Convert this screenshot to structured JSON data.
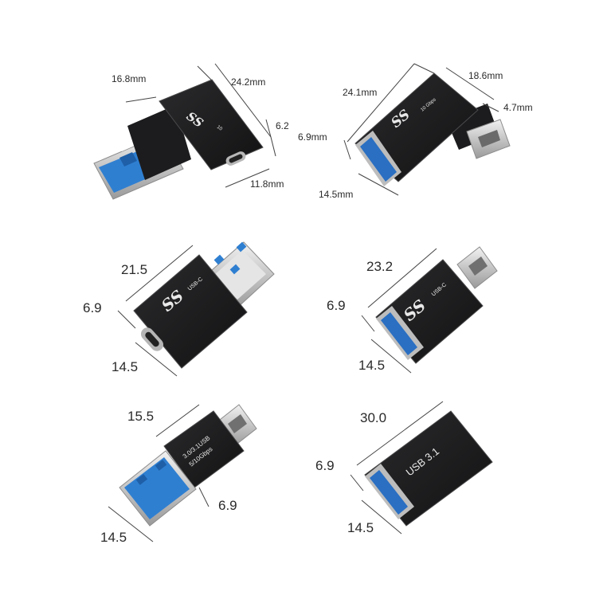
{
  "adapters": [
    {
      "id": "a1",
      "dims": [
        "16.8mm",
        "24.2mm",
        "6.2",
        "11.8mm"
      ],
      "logo": "SS",
      "badge": "10"
    },
    {
      "id": "a2",
      "dims": [
        "24.1mm",
        "18.6mm",
        "4.7mm",
        "6.9mm",
        "14.5mm"
      ],
      "logo": "SS",
      "badge": "10 Gbps"
    },
    {
      "id": "a3",
      "dims": [
        "21.5",
        "6.9",
        "14.5"
      ],
      "logo": "SS",
      "badge": "USB-C"
    },
    {
      "id": "a4",
      "dims": [
        "23.2",
        "6.9",
        "14.5"
      ],
      "logo": "SS",
      "badge": "USB-C"
    },
    {
      "id": "a5",
      "dims": [
        "15.5",
        "6.9",
        "14.5"
      ],
      "label_line1": "3.0/3.1USB",
      "label_line2": "5/10Gbps"
    },
    {
      "id": "a6",
      "dims": [
        "30.0",
        "6.9",
        "14.5"
      ],
      "label": "USB 3.1"
    }
  ],
  "colors": {
    "body": "#1c1c1e",
    "usb3_blue": "#2f7fd1",
    "metal": "#c8c8c8"
  }
}
